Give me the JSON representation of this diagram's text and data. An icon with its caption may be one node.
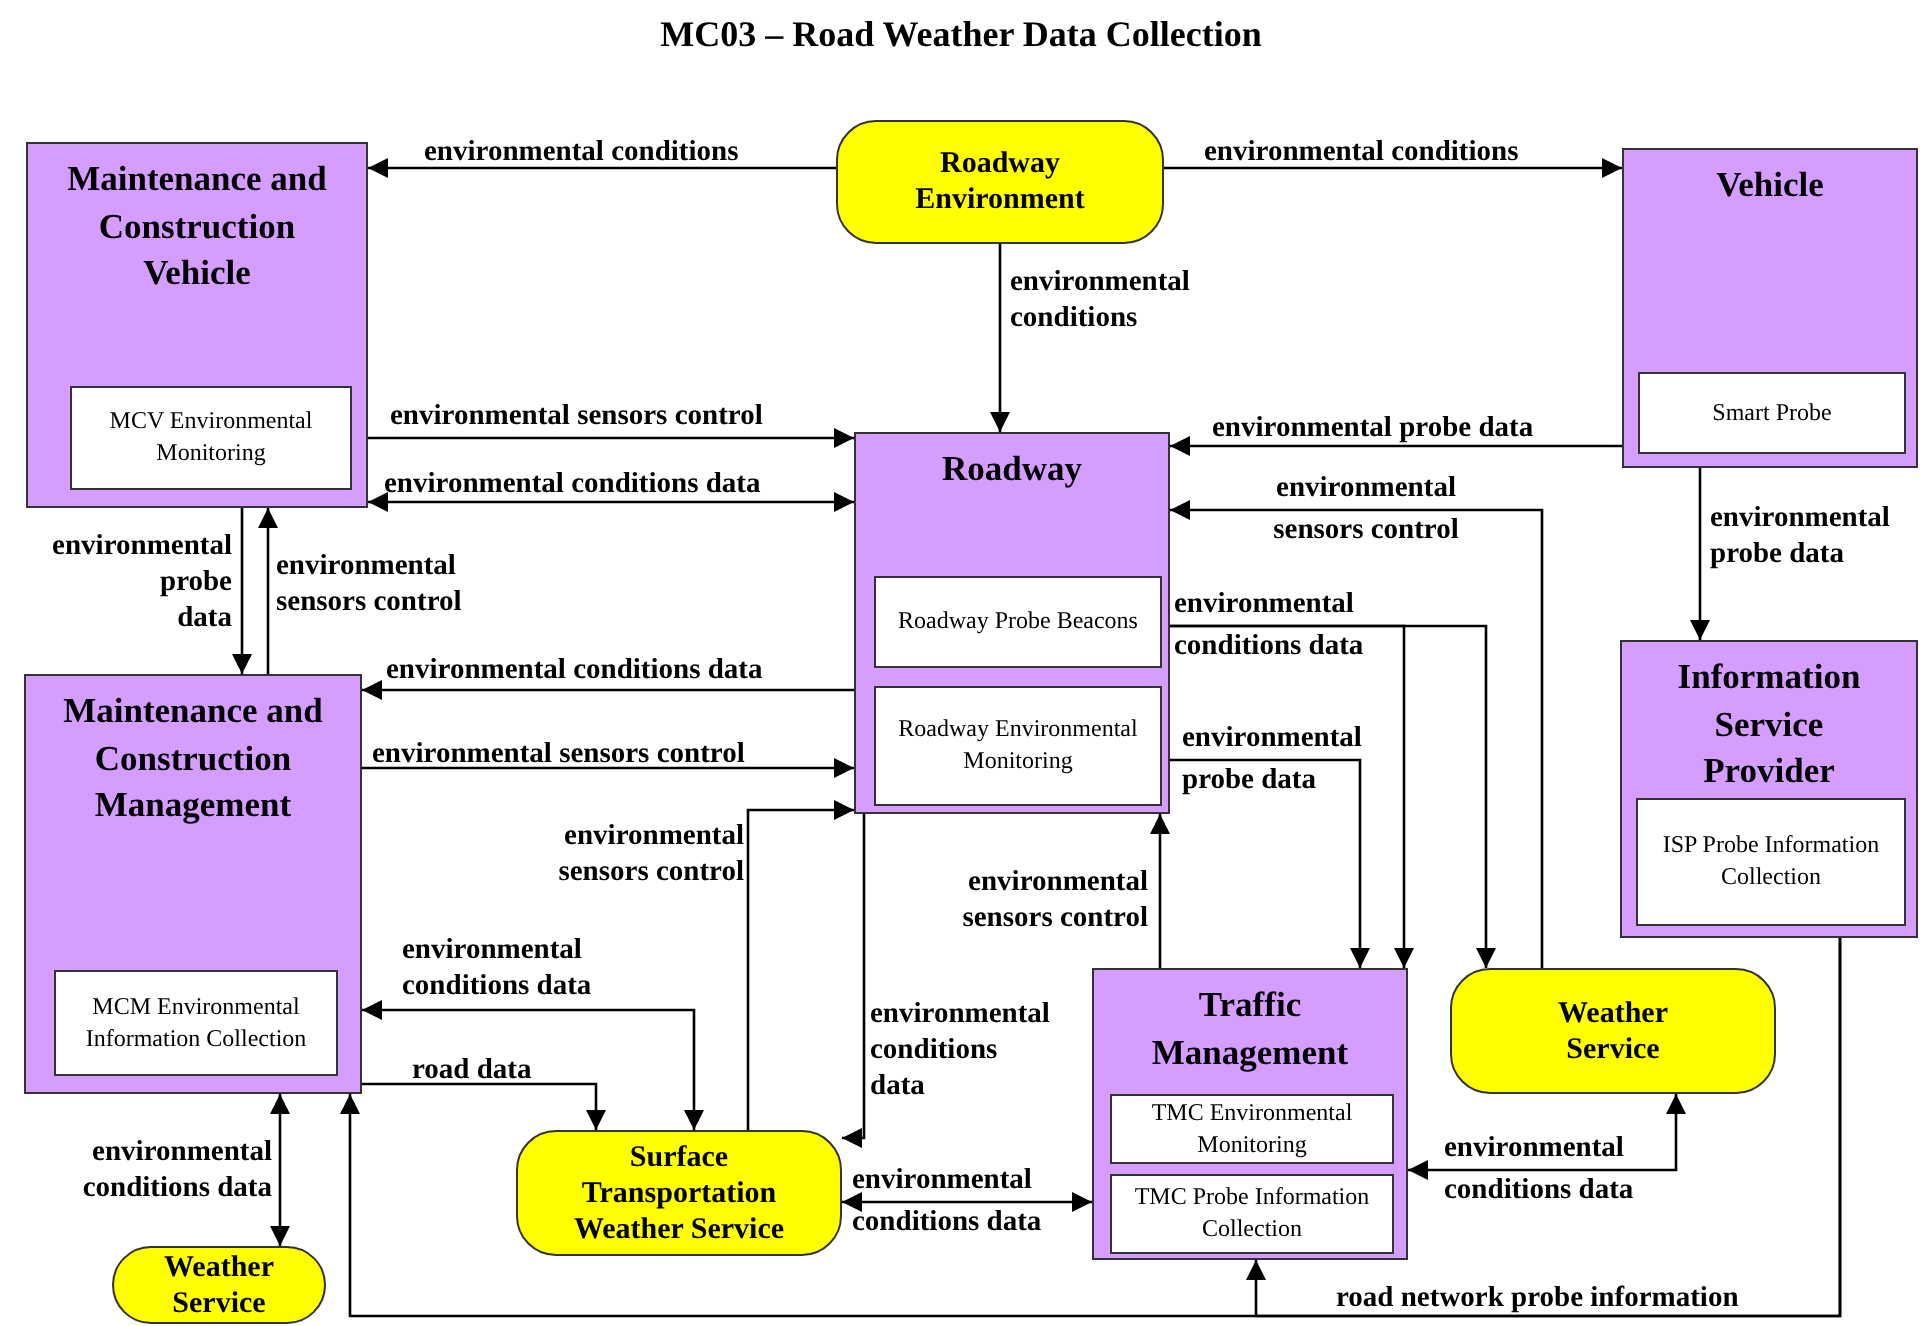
{
  "diagram": {
    "title": "MC03 – Road Weather Data Collection",
    "nodes": [
      {
        "text": [
          "Roadway Environment"
        ]
      },
      {
        "text": [
          "Maintenance and Construction Vehicle"
        ]
      },
      {
        "text": [
          "MCV Environmental Monitoring"
        ],
        "in": 1
      },
      {
        "text": [
          "Vehicle"
        ]
      },
      {
        "text": [
          "Smart Probe"
        ],
        "in": 3
      },
      {
        "text": [
          "Roadway"
        ]
      },
      {
        "text": [
          "Roadway Probe Beacons"
        ],
        "in": 5
      },
      {
        "text": [
          "Roadway Environmental Monitoring"
        ],
        "in": 5
      },
      {
        "text": [
          "Maintenance and Construction Management"
        ]
      },
      {
        "text": [
          "MCM Environmental Information Collection"
        ],
        "in": 8
      },
      {
        "text": [
          "Information Service Provider"
        ]
      },
      {
        "text": [
          "ISP Probe Information Collection"
        ],
        "in": 10
      },
      {
        "text": [
          "Traffic Management"
        ]
      },
      {
        "text": [
          "TMC Environmental Monitoring"
        ],
        "in": 12
      },
      {
        "text": [
          "TMC Probe Information Collection"
        ],
        "in": 12
      },
      {
        "text": [
          "Weather Service"
        ]
      },
      {
        "text": [
          "Surface Transportation Weather Service"
        ]
      },
      {
        "text": [
          "Weather Service"
        ]
      }
    ],
    "edges": [
      {
        "from": 0,
        "to": 1,
        "arrow": "to",
        "label": "environmental conditions"
      },
      {
        "from": 0,
        "to": 3,
        "arrow": "to",
        "label": "environmental conditions"
      },
      {
        "from": 0,
        "to": 5,
        "arrow": "to",
        "label": "environmental conditions"
      },
      {
        "from": 1,
        "to": 5,
        "arrow": "to",
        "label": "environmental sensors control"
      },
      {
        "from": 1,
        "to": 5,
        "arrow": "both",
        "label": "environmental conditions data"
      },
      {
        "from": 3,
        "to": 5,
        "arrow": "to",
        "label": "environmental probe data"
      },
      {
        "from": 15,
        "to": 5,
        "arrow": "to",
        "label": "environmental sensors control"
      },
      {
        "from": 5,
        "to": 15,
        "arrow": "to",
        "label": "environmental conditions data"
      },
      {
        "from": 5,
        "to": 12,
        "arrow": "to"
      },
      {
        "from": 5,
        "to": 12,
        "arrow": "to",
        "label": "environmental probe data"
      },
      {
        "from": 12,
        "to": 5,
        "arrow": "to",
        "label": "environmental sensors control"
      },
      {
        "from": 5,
        "to": 8,
        "arrow": "to",
        "label": "environmental conditions data"
      },
      {
        "from": 8,
        "to": 5,
        "arrow": "to",
        "label": "environmental sensors control"
      },
      {
        "from": 16,
        "to": 5,
        "arrow": "to",
        "label": "environmental sensors control"
      },
      {
        "from": 5,
        "to": 16,
        "arrow": "to",
        "label": "environmental conditions data"
      },
      {
        "from": 16,
        "to": 8,
        "arrow": "both",
        "label": "environmental conditions data"
      },
      {
        "from": 8,
        "to": 16,
        "arrow": "to",
        "label": "road data"
      },
      {
        "from": 8,
        "to": 17,
        "arrow": "both",
        "label": "environmental conditions data"
      },
      {
        "from": 1,
        "to": 8,
        "arrow": "to",
        "label": "environmental probe data"
      },
      {
        "from": 8,
        "to": 1,
        "arrow": "to",
        "label": "environmental sensors control"
      },
      {
        "from": 16,
        "to": 12,
        "arrow": "both",
        "label": "environmental conditions data"
      },
      {
        "from": 15,
        "to": 12,
        "arrow": "both",
        "label": "environmental conditions data"
      },
      {
        "from": 3,
        "to": 10,
        "arrow": "to",
        "label": "environmental probe data"
      },
      {
        "from": 10,
        "to": 12,
        "arrow": "to",
        "label": "road network probe information"
      },
      {
        "from": 10,
        "to": 8,
        "arrow": "to"
      }
    ]
  }
}
